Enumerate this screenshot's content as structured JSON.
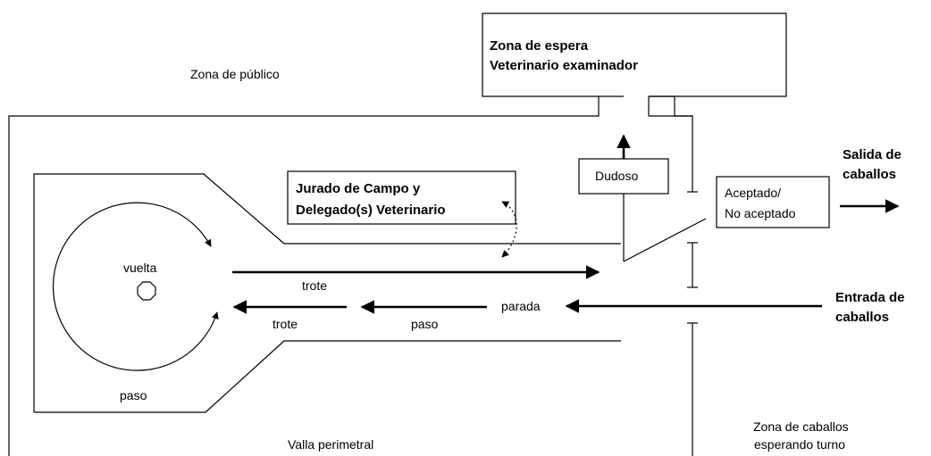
{
  "labels": {
    "zona_publico": "Zona de público",
    "zona_espera_1": "Zona de espera",
    "zona_espera_2": "Veterinario examinador",
    "jurado_1": "Jurado de Campo y",
    "jurado_2": "Delegado(s) Veterinario",
    "dudoso": "Dudoso",
    "aceptado_1": "Aceptado/",
    "aceptado_2": "No aceptado",
    "salida_1": "Salida de",
    "salida_2": "caballos",
    "entrada_1": "Entrada de",
    "entrada_2": "caballos",
    "vuelta": "vuelta",
    "trote_top": "trote",
    "trote_bottom": "trote",
    "paso_bottom": "paso",
    "paso_circle": "paso",
    "parada": "parada",
    "valla": "Valla perimetral",
    "zona_caballos_1": "Zona de caballos",
    "zona_caballos_2": "esperando turno"
  }
}
